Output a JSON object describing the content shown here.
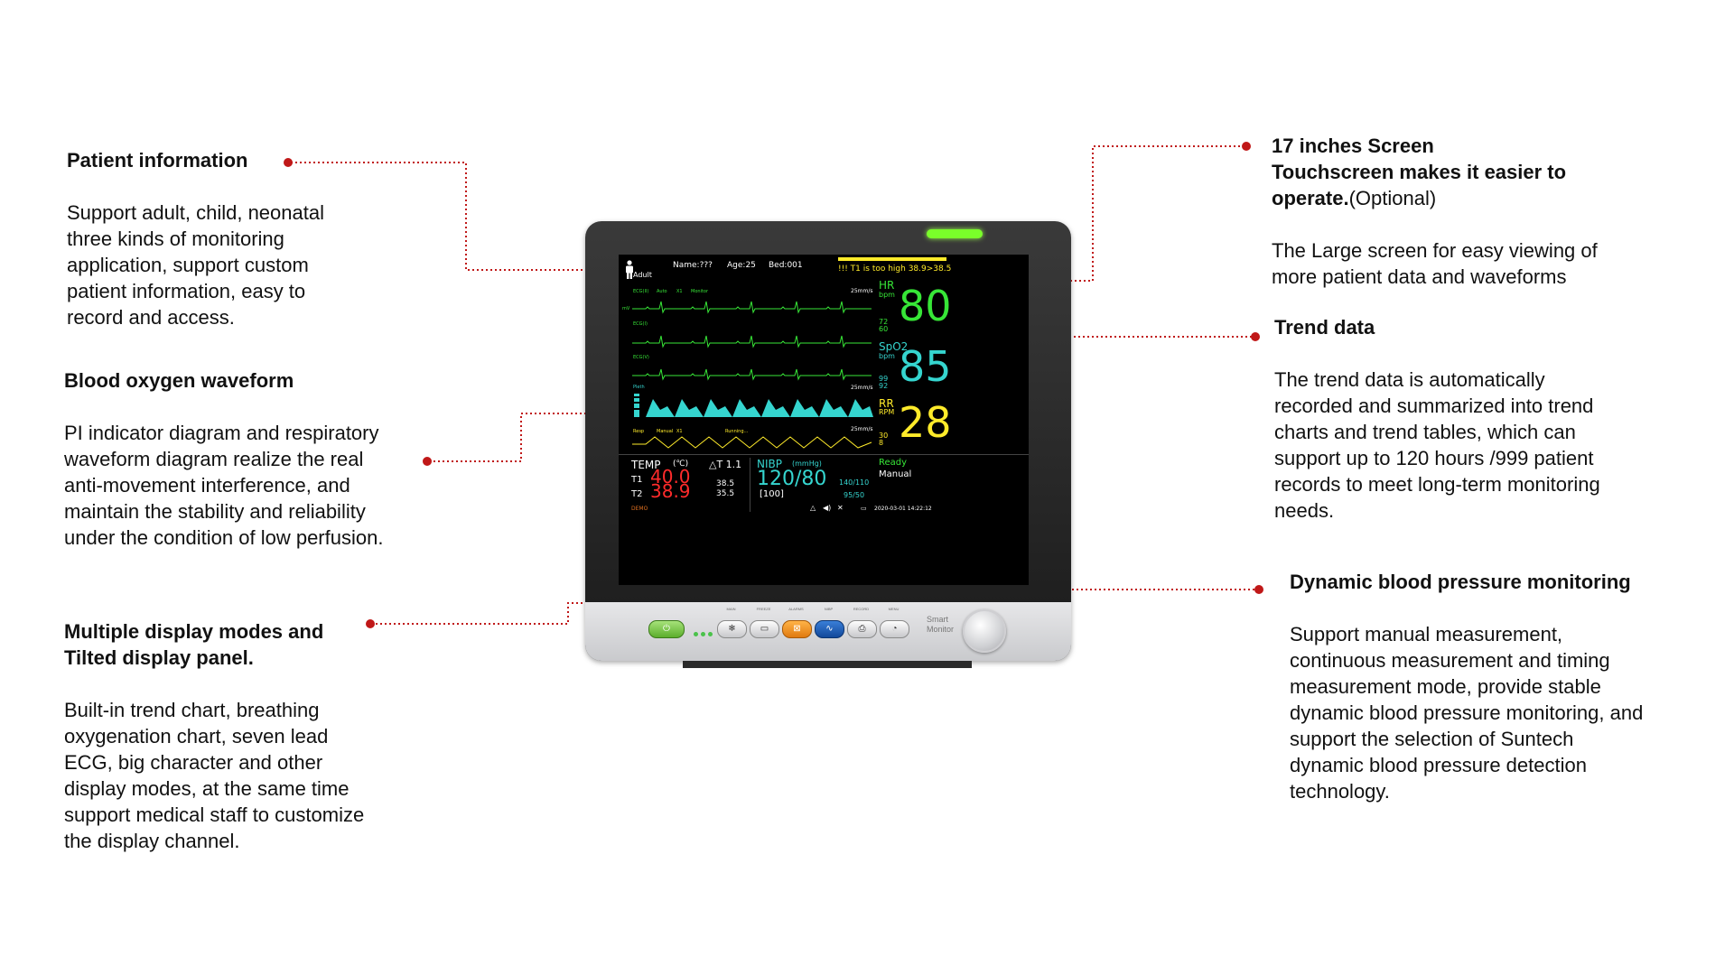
{
  "callouts": {
    "patient_info": {
      "title": "Patient information",
      "lines": [
        "Support adult, child, neonatal",
        "three kinds of monitoring",
        "application, support custom",
        "patient information, easy to",
        "record and access."
      ]
    },
    "blood_oxygen": {
      "title": "Blood oxygen waveform",
      "lines": [
        "PI indicator diagram and respiratory",
        "waveform diagram realize the real",
        "anti-movement interference, and",
        "maintain the stability and reliability",
        "under the condition of low perfusion."
      ]
    },
    "display_modes": {
      "title_lines": [
        "Multiple display modes and",
        "Tilted display panel."
      ],
      "lines": [
        "Built-in trend chart, breathing",
        "oxygenation chart, seven lead",
        "ECG, big character and other",
        "display modes, at the same time",
        "support medical staff to customize",
        "the display channel."
      ]
    },
    "screen": {
      "title": "17 inches Screen",
      "subtitle_line1": "Touchscreen makes it easier to",
      "subtitle_bold": "operate.",
      "subtitle_normal": "(Optional)",
      "lines": [
        "The Large screen for easy viewing of",
        "more patient data and waveforms"
      ]
    },
    "trend": {
      "title": "Trend data",
      "lines": [
        "The trend data is automatically",
        "recorded and summarized into trend",
        "charts and trend tables, which can",
        "support up to 120 hours /999 patient",
        "records to meet long-term monitoring",
        "needs."
      ]
    },
    "nibp": {
      "title": "Dynamic blood pressure monitoring",
      "lines": [
        "Support manual measurement,",
        "continuous measurement and timing",
        "measurement mode, provide stable",
        "dynamic blood pressure monitoring, and",
        "support the selection of Suntech",
        "dynamic blood pressure detection",
        "technology."
      ]
    }
  },
  "monitor": {
    "patient_type": "Adult",
    "name": "Name:???",
    "age": "Age:25",
    "bed": "Bed:001",
    "alarm": "!!! T1 is too high 38.9>38.5",
    "ecg1_label": "ECG(II)",
    "ecg1_mode": "Auto",
    "ecg1_gain": "X1",
    "ecg1_filter": "Monitor",
    "ecg2_label": "ECG(I)",
    "ecg3_label": "ECG(V)",
    "pleth_label": "Pleth",
    "resp_label": "Resp",
    "resp_mode": "Manual",
    "resp_gain": "X1",
    "resp_status": "Running...",
    "sweep1": "25mm/s",
    "sweep2": "25mm/s",
    "sweep3": "25mm/s",
    "mv": "mV",
    "hr_label": "HR",
    "hr_unit": "bpm",
    "hr_value": "80",
    "hr_hi": "72",
    "hr_lo": "60",
    "spo2_label": "SpO2",
    "spo2_unit": "bpm",
    "spo2_value": "85",
    "spo2_hi": "99",
    "spo2_lo": "92",
    "rr_label": "RR",
    "rr_unit": "RPM",
    "rr_value": "28",
    "rr_hi": "30",
    "rr_lo": "8",
    "temp_label": "TEMP",
    "temp_unit": "(℃)",
    "delta_t": "△T 1.1",
    "t1_label": "T1",
    "t1_value": "40.0",
    "t2_label": "T2",
    "t2_value": "38.9",
    "t1_limit": "38.5",
    "t2_limit": "35.5",
    "nibp_label": "NIBP",
    "nibp_unit": "(mmHg)",
    "nibp_value": "120/80",
    "nibp_map": "[100]",
    "nibp_hi": "140/110",
    "nibp_lo": "95/50",
    "nibp_status": "Ready",
    "nibp_mode": "Manual",
    "demo": "DEMO",
    "datetime": "2020-03-01   14:22:12",
    "brand_line1": "Smart",
    "brand_line2": "Monitor",
    "button_labels": [
      "MAIN",
      "FREEZE",
      "ALARMS",
      "NIBP",
      "RECORD",
      "MENU"
    ]
  },
  "colors": {
    "callout_dot": "#c01818",
    "ecg": "#37e637",
    "pleth": "#35d5cf",
    "resp": "#ffeb2a",
    "temp": "#ff2b2b"
  }
}
